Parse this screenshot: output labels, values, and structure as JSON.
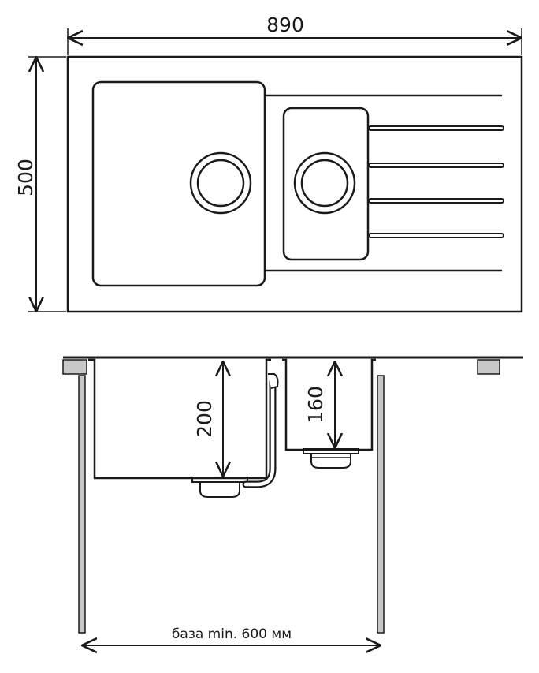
{
  "dimensions": {
    "width": "890",
    "depth": "500",
    "main_bowl_depth": "200",
    "small_bowl_depth": "160",
    "base": "база min. 600 мм"
  },
  "colors": {
    "line": "#1a1a1a",
    "cabinet": "#c8c8c8",
    "background": "#ffffff"
  }
}
